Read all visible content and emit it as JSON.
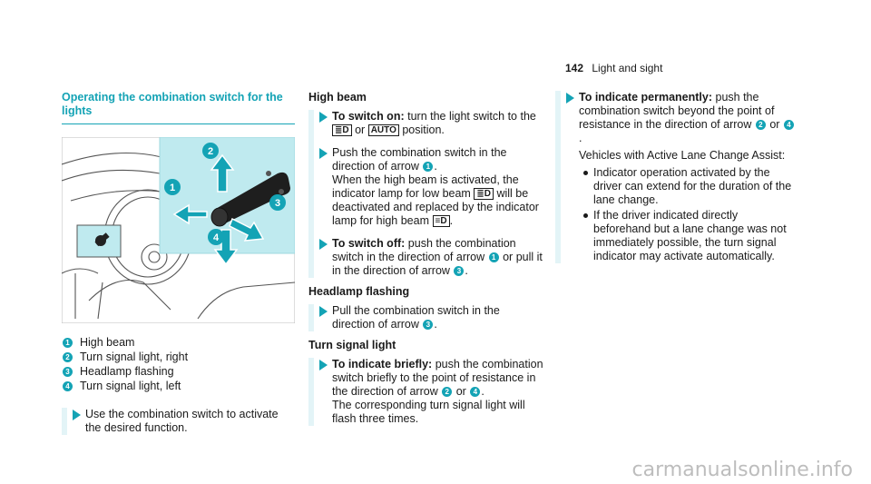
{
  "header": {
    "page_number": "142",
    "section": "Light and sight"
  },
  "col1": {
    "title": "Operating the combination switch for the lights",
    "figure_callouts": [
      "1",
      "2",
      "3",
      "4"
    ],
    "legend": [
      {
        "num": "1",
        "text": "High beam"
      },
      {
        "num": "2",
        "text": "Turn signal light, right"
      },
      {
        "num": "3",
        "text": "Headlamp flashing"
      },
      {
        "num": "4",
        "text": "Turn signal light, left"
      }
    ],
    "instruction": "Use the combination switch to activate the desired function."
  },
  "col2": {
    "high_beam_heading": "High beam",
    "switch_on_label": "To switch on:",
    "switch_on_a": "turn the light switch to the",
    "switch_on_b": "or",
    "switch_on_c": "position.",
    "auto_symbol": "AUTO",
    "push_a": "Push the combination switch in the direction of arrow",
    "push_b": ".",
    "push_c": "When the high beam is activated, the indicator lamp for low beam",
    "push_d": "will be deactivated and replaced by the indicator lamp for high beam",
    "push_e": ".",
    "switch_off_label": "To switch off:",
    "switch_off_a": "push the combination switch in the direction of arrow",
    "switch_off_b": "or pull it in the direction of arrow",
    "switch_off_c": ".",
    "flash_heading": "Headlamp flashing",
    "flash_a": "Pull the combination switch in the direction of arrow",
    "flash_b": ".",
    "turn_heading": "Turn signal light",
    "briefly_label": "To indicate briefly:",
    "briefly_a": "push the combination switch briefly to the point of resistance in the direction of arrow",
    "briefly_b": "or",
    "briefly_c": ".",
    "briefly_d": "The corresponding turn signal light will flash three times."
  },
  "col3": {
    "perm_label": "To indicate permanently:",
    "perm_a": "push the combination switch beyond the point of resistance in the direction of arrow",
    "perm_b": "or",
    "perm_c": ".",
    "vehicles": "Vehicles with Active Lane Change Assist:",
    "bullets": [
      "Indicator operation activated by the driver can extend for the duration of the lane change.",
      "If the driver indicated directly beforehand but a lane change was not immediately possible, the turn signal indicator may activate automatically."
    ]
  },
  "watermark": "carmanualsonline.info",
  "colors": {
    "accent": "#14a3b5",
    "tint": "#dff3f6"
  }
}
